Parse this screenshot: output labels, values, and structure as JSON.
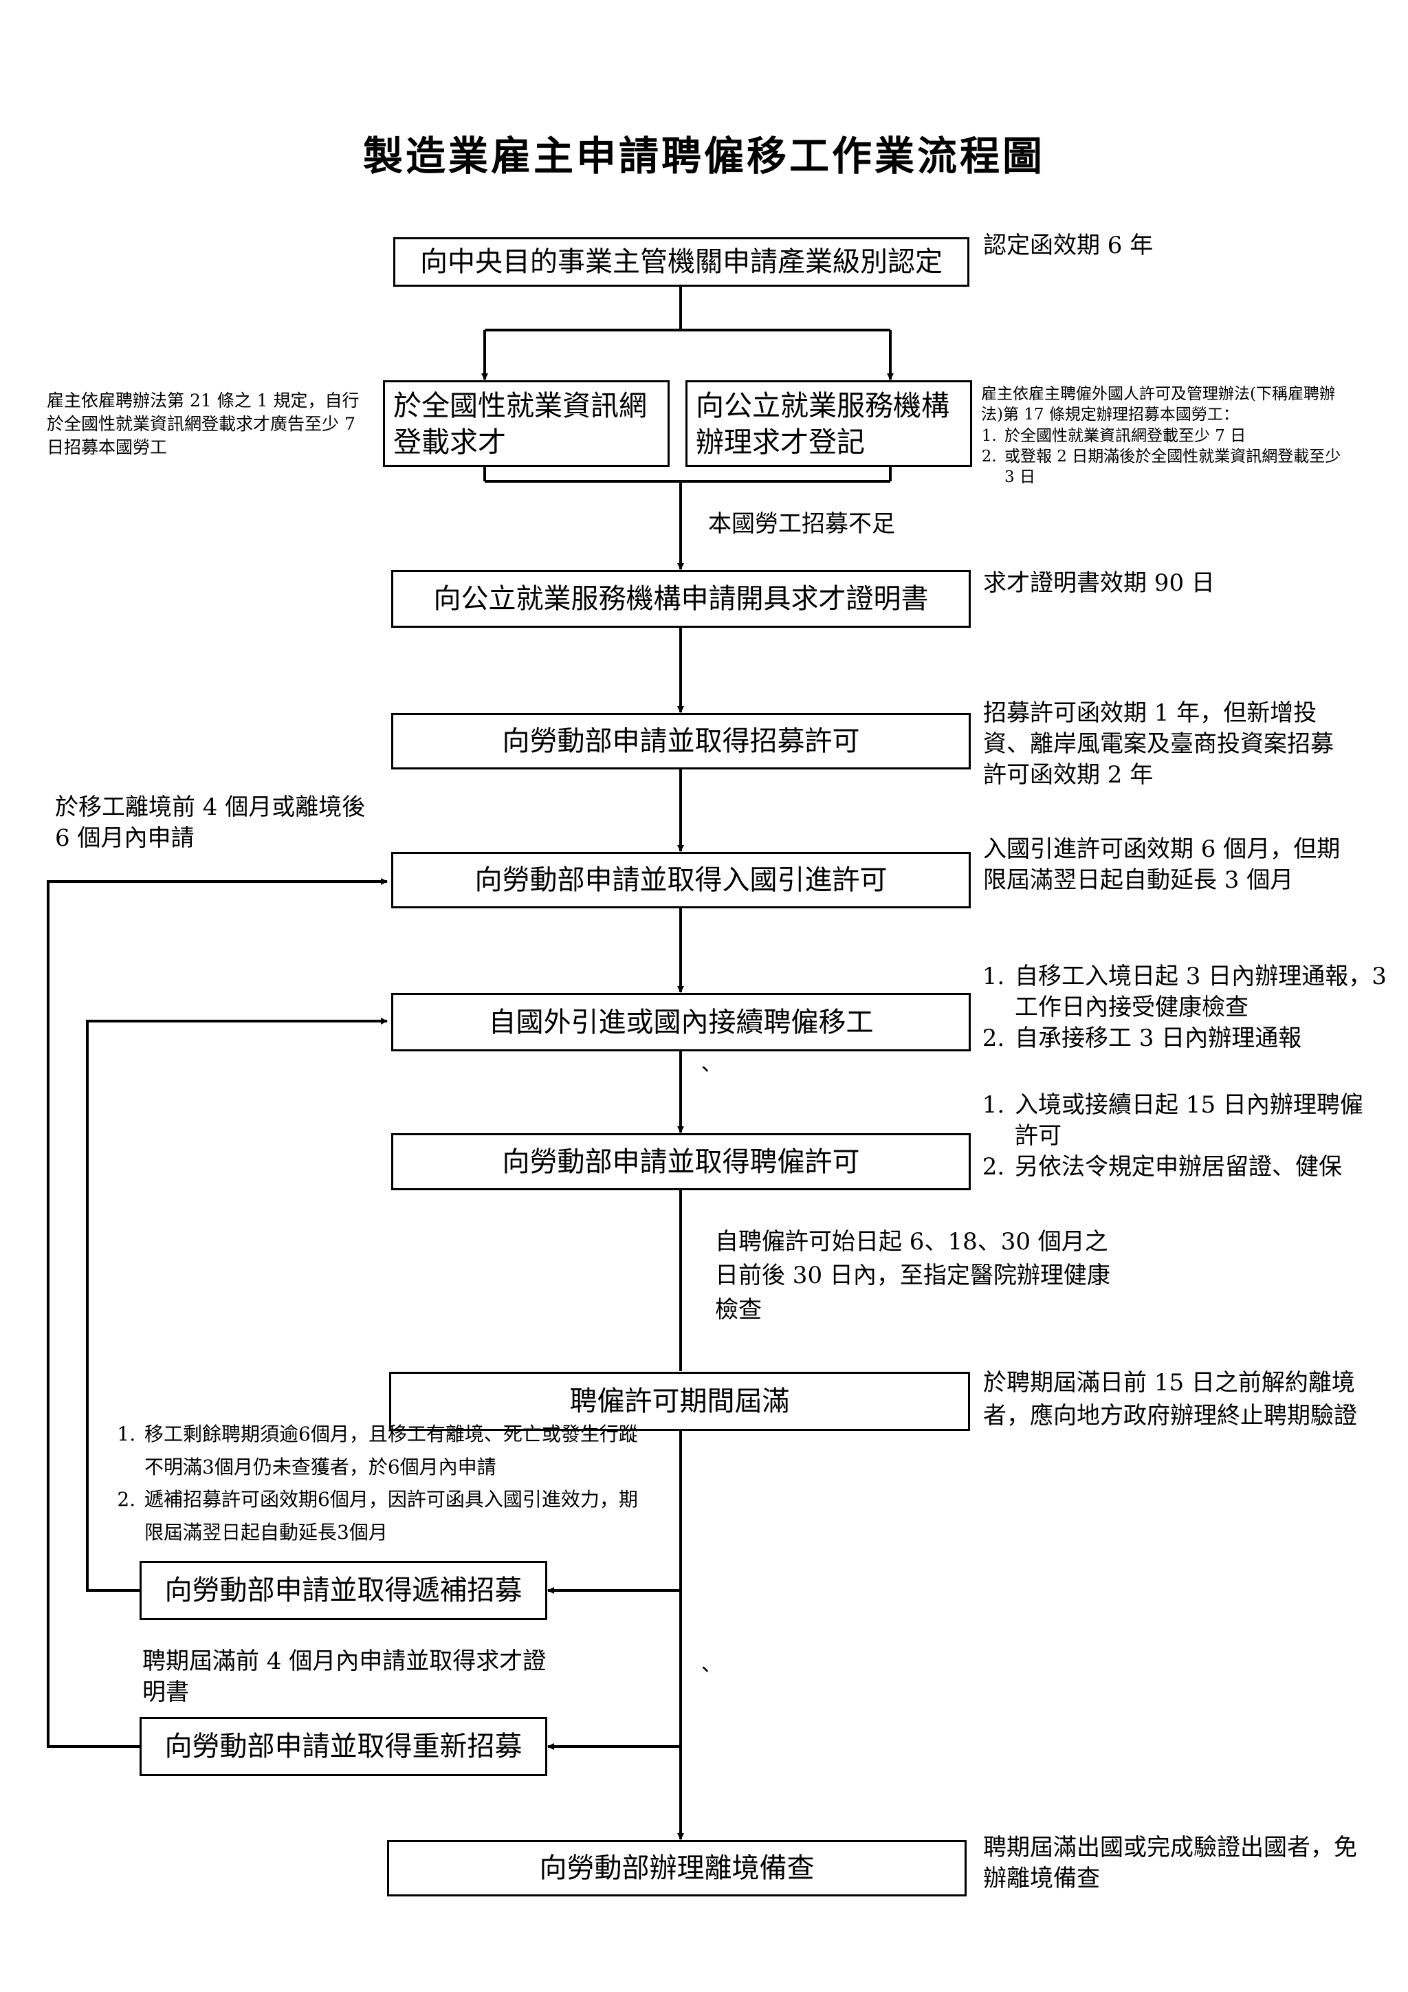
{
  "title": "製造業雇主申請聘僱移工作業流程圖",
  "boxes": {
    "industry": "向中央目的事業主管機關申請產業級別認定",
    "national_net_line1": "於全國性就業資訊網",
    "national_net_line2": "登載求才",
    "public_service_line1": "向公立就業服務機構",
    "public_service_line2": "辦理求才登記",
    "certificate": "向公立就業服務機構申請開具求才證明書",
    "recruit_permit": "向勞動部申請並取得招募許可",
    "entry_permit": "向勞動部申請並取得入國引進許可",
    "introduce": "自國外引進或國內接續聘僱移工",
    "employ_permit": "向勞動部申請並取得聘僱許可",
    "expiry": "聘僱許可期間屆滿",
    "replacement": "向勞動部申請並取得遞補招募",
    "rerecruit": "向勞動部申請並取得重新招募",
    "departure": "向勞動部辦理離境備查"
  },
  "notes": {
    "industry": "認定函效期 6 年",
    "left_top": "雇主依雇聘辦法第 21 條之 1 規定，自行於全國性就業資訊網登載求才廣告至少 7 日招募本國勞工",
    "right_top_intro": "雇主依雇主聘僱外國人許可及管理辦法(下稱雇聘辦法)第 17 條規定辦理招募本國勞工：",
    "right_top_items": [
      "於全國性就業資訊網登載至少 7 日",
      "或登報 2 日期滿後於全國性就業資訊網登載至少 3 日"
    ],
    "shortage": "本國勞工招募不足",
    "certificate": "求才證明書效期 90 日",
    "recruit_permit": "招募許可函效期 1 年，但新增投資、離岸風電案及臺商投資案招募許可函效期 2 年",
    "entry_timing": "於移工離境前 4 個月或離境後 6 個月內申請",
    "entry_permit": "入國引進許可函效期 6 個月，但期限屆滿翌日起自動延長 3 個月",
    "introduce_items": [
      "自移工入境日起 3 日內辦理通報，3 工作日內接受健康檢查",
      "自承接移工 3 日內辦理通報"
    ],
    "employ_permit_items": [
      "入境或接續日起 15 日內辦理聘僱許可",
      "另依法令規定申辦居留證、健保"
    ],
    "health_check": "自聘僱許可始日起 6、18、30 個月之日前後 30 日內，至指定醫院辦理健康檢查",
    "expiry": "於聘期屆滿日前 15 日之前解約離境者，應向地方政府辦理終止聘期驗證",
    "replacement_items": [
      "移工剩餘聘期須逾6個月，且移工有離境、死亡或發生行蹤不明滿3個月仍未查獲者，於6個月內申請",
      "遞補招募許可函效期6個月，因許可函具入國引進效力，期限屆滿翌日起自動延長3個月"
    ],
    "rerecruit": "聘期屆滿前 4 個月內申請並取得求才證明書",
    "departure": "聘期屆滿出國或完成驗證出國者，免辦離境備查",
    "stray_mark_1": "、",
    "stray_mark_2": "、"
  }
}
